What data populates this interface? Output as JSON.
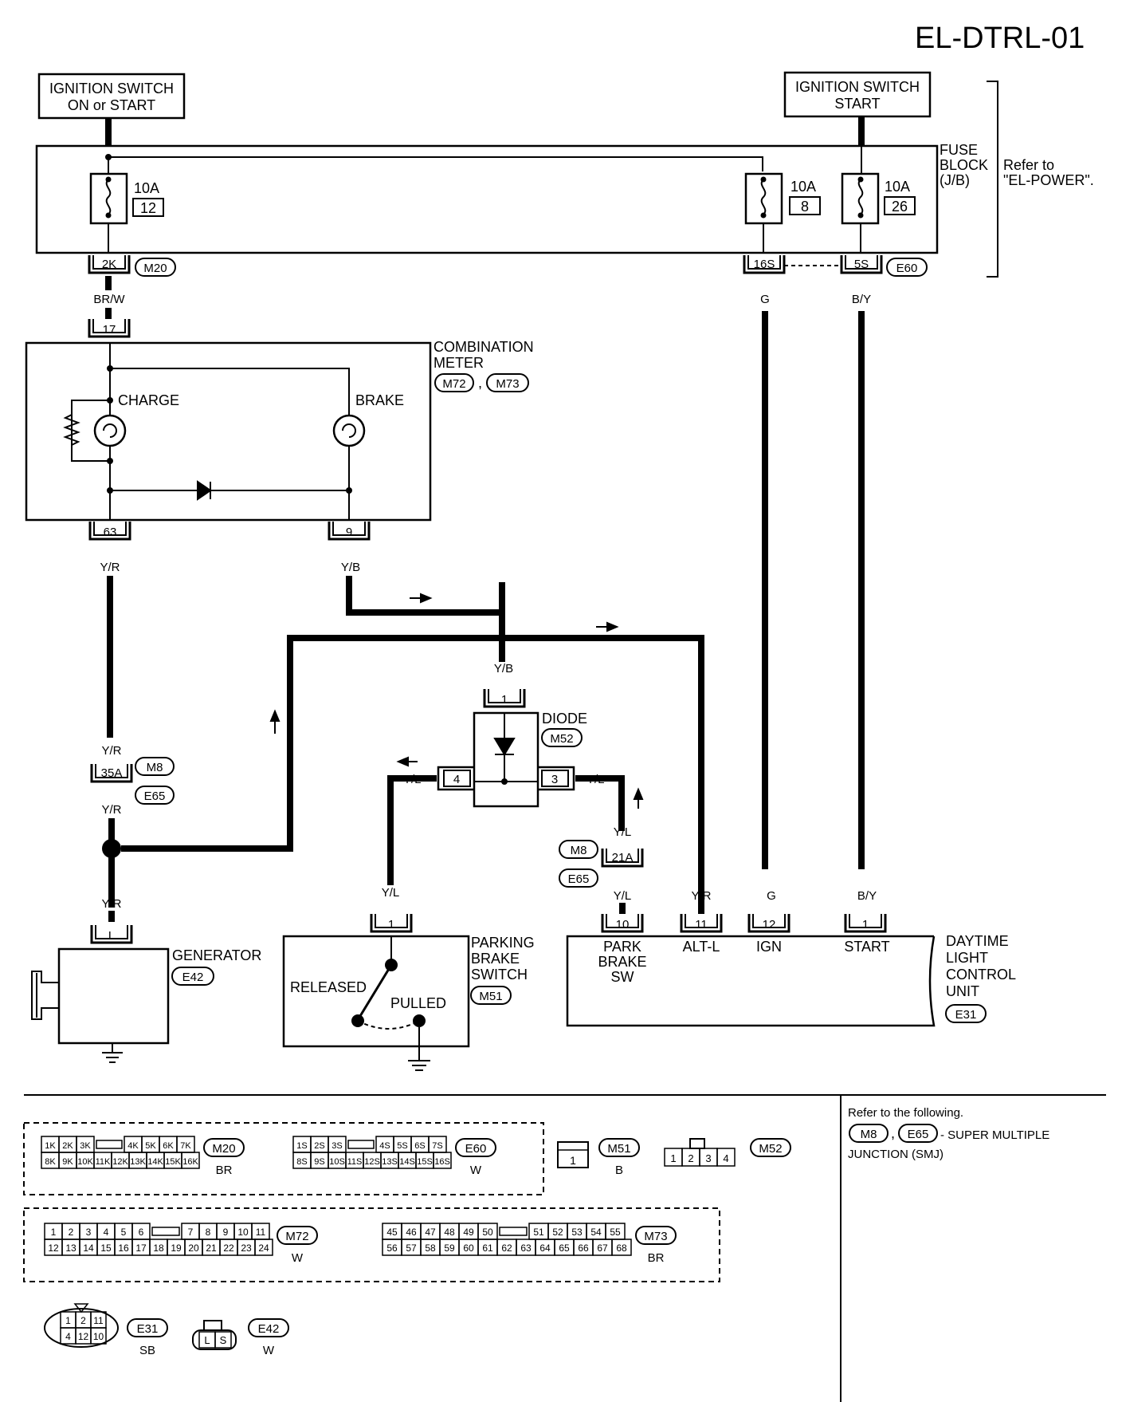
{
  "page_id": "EL-DTRL-01",
  "ignition_left": {
    "line1": "IGNITION SWITCH",
    "line2": "ON or START"
  },
  "ignition_right": {
    "line1": "IGNITION SWITCH",
    "line2": "START"
  },
  "fuse_block": {
    "line1": "FUSE",
    "line2": "BLOCK",
    "line3": "(J/B)",
    "refer1": "Refer to",
    "refer2": "\"EL-POWER\"."
  },
  "fuses": [
    {
      "amp": "10A",
      "num": "12"
    },
    {
      "amp": "10A",
      "num": "8"
    },
    {
      "amp": "10A",
      "num": "26"
    }
  ],
  "connectors": {
    "c2k": "2K",
    "m20": "M20",
    "c16s": "16S",
    "c5s": "5S",
    "e60": "E60",
    "c17": "17",
    "c63": "63",
    "c9": "9",
    "c35a": "35A",
    "m8": "M8",
    "e65": "E65",
    "cL": "L",
    "d1": "1",
    "d4": "4",
    "d3": "3",
    "c21a": "21A",
    "pb1": "1",
    "dl10": "10",
    "dl11": "11",
    "dl12": "12",
    "dl1": "1"
  },
  "wires": {
    "brw": "BR/W",
    "g": "G",
    "by": "B/Y",
    "yr": "Y/R",
    "yb": "Y/B",
    "yl": "Y/L"
  },
  "combination_meter": {
    "line1": "COMBINATION",
    "line2": "METER",
    "m72": "M72",
    "m73": "M73",
    "charge": "CHARGE",
    "brake": "BRAKE"
  },
  "diode": {
    "label": "DIODE",
    "conn": "M52"
  },
  "generator": {
    "label": "GENERATOR",
    "conn": "E42"
  },
  "parking_brake": {
    "line1": "PARKING",
    "line2": "BRAKE",
    "line3": "SWITCH",
    "conn": "M51",
    "released": "RELEASED",
    "pulled": "PULLED"
  },
  "daytime_unit": {
    "line1": "DAYTIME",
    "line2": "LIGHT",
    "line3": "CONTROL",
    "line4": "UNIT",
    "conn": "E31",
    "pins": {
      "park1": "PARK",
      "park2": "BRAKE",
      "park3": "SW",
      "altl": "ALT-L",
      "ign": "IGN",
      "start": "START"
    }
  },
  "refer_note": {
    "line1": "Refer to the following.",
    "m8": "M8",
    "e65": "E65",
    "text1": "- SUPER MULTIPLE",
    "text2": "JUNCTION (SMJ)"
  },
  "legend": {
    "m20": {
      "top": [
        "1K",
        "2K",
        "3K",
        "",
        "4K",
        "5K",
        "6K",
        "7K"
      ],
      "bottom": [
        "8K",
        "9K",
        "10K",
        "11K",
        "12K",
        "13K",
        "14K",
        "15K",
        "16K"
      ],
      "name": "M20",
      "color": "BR"
    },
    "e60": {
      "top": [
        "1S",
        "2S",
        "3S",
        "",
        "4S",
        "5S",
        "6S",
        "7S"
      ],
      "bottom": [
        "8S",
        "9S",
        "10S",
        "11S",
        "12S",
        "13S",
        "14S",
        "15S",
        "16S"
      ],
      "name": "E60",
      "color": "W"
    },
    "m51": {
      "pin": "1",
      "name": "M51",
      "color": "B"
    },
    "m52": {
      "pins": [
        "1",
        "2",
        "3",
        "4"
      ],
      "name": "M52"
    },
    "m72": {
      "top": [
        "1",
        "2",
        "3",
        "4",
        "5",
        "6",
        "",
        "7",
        "8",
        "9",
        "10",
        "11"
      ],
      "bottom": [
        "12",
        "13",
        "14",
        "15",
        "16",
        "17",
        "18",
        "19",
        "20",
        "21",
        "22",
        "23",
        "24"
      ],
      "name": "M72",
      "color": "W"
    },
    "m73": {
      "top": [
        "45",
        "46",
        "47",
        "48",
        "49",
        "50",
        "",
        "51",
        "52",
        "53",
        "54",
        "55"
      ],
      "bottom": [
        "56",
        "57",
        "58",
        "59",
        "60",
        "61",
        "62",
        "63",
        "64",
        "65",
        "66",
        "67",
        "68"
      ],
      "name": "M73",
      "color": "BR"
    },
    "e31": {
      "pins": [
        "1",
        "2",
        "11",
        "4",
        "12",
        "10"
      ],
      "name": "E31",
      "color": "SB"
    },
    "e42": {
      "pins": [
        "L",
        "S"
      ],
      "name": "E42",
      "color": "W"
    }
  }
}
